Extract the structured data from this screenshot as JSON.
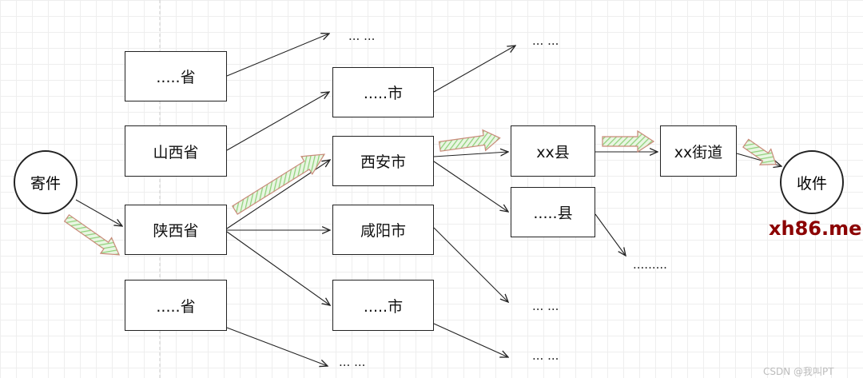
{
  "sender": "寄件",
  "receiver": "收件",
  "provinces": [
    ".....省",
    "山西省",
    "陕西省",
    ".....省"
  ],
  "cities": [
    ".....市",
    "西安市",
    "咸阳市",
    ".....市"
  ],
  "counties": [
    "xx县",
    ".....县"
  ],
  "street": "xx街道",
  "ellipses": {
    "top_city": "... ...",
    "bottom_city": "... ...",
    "top_county": "... ...",
    "mid_county": "... ...",
    "bottom_county": "... ...",
    "street_more": "........."
  },
  "watermark": "xh86.me",
  "credit": "CSDN @我叫PT",
  "colors": {
    "arrow_fill": "#b8e0a8",
    "arrow_stroke": "#c98a7a"
  }
}
